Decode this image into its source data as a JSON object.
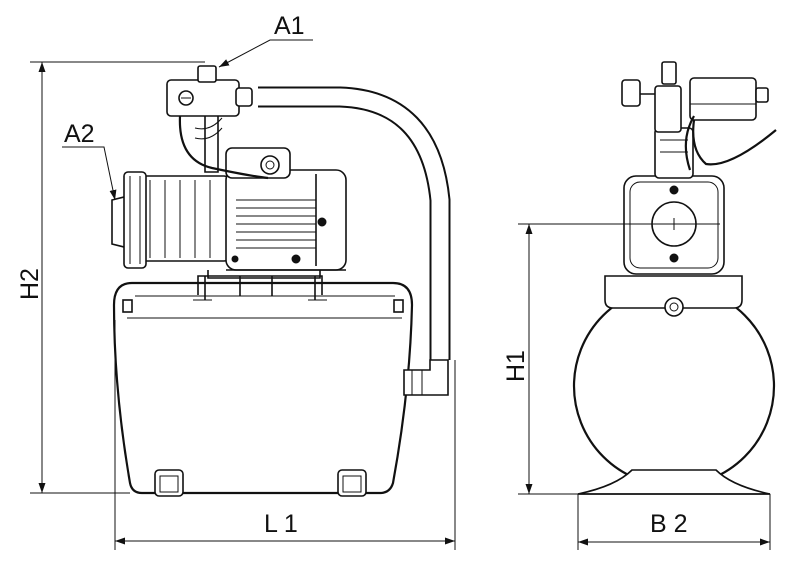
{
  "labels": {
    "a1": "A1",
    "a2": "A2",
    "h2": "H2",
    "h1": "H1",
    "l1": "L 1",
    "b2": "B 2"
  }
}
